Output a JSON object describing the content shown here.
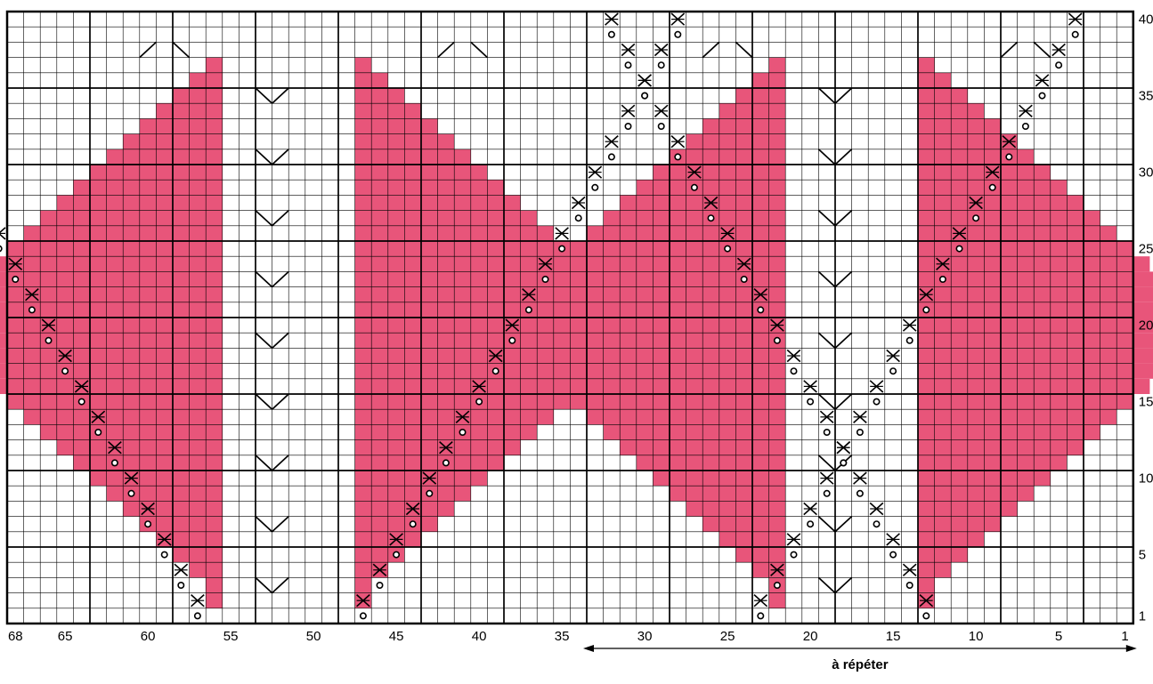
{
  "colors": {
    "fill": "#e8557a",
    "grid": "#000000",
    "background": "#ffffff"
  },
  "chart": {
    "stitch_count": 68,
    "row_count": 40,
    "column_labels": [
      "68",
      "65",
      "60",
      "55",
      "50",
      "45",
      "40",
      "35",
      "30",
      "25",
      "20",
      "15",
      "10",
      "5",
      "1"
    ],
    "row_labels": [
      "1",
      "5",
      "10",
      "15",
      "20",
      "25",
      "30",
      "35",
      "40"
    ],
    "repeat_label": "à répéter",
    "repeat_from_stitch": 34,
    "repeat_to_stitch": 1,
    "symbols": [
      "filled-square",
      "cross-stitch",
      "eyelet-circle",
      "diagonal-decrease"
    ]
  }
}
